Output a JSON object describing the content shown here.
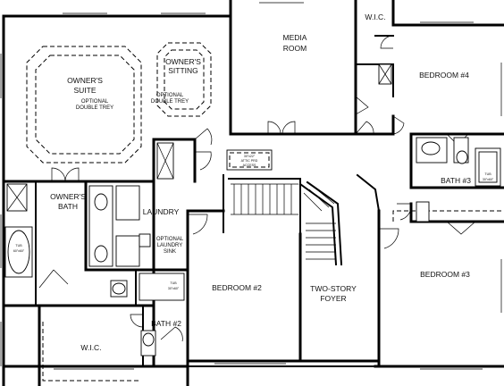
{
  "rooms": {
    "media_room": [
      "MEDIA",
      "ROOM"
    ],
    "wic_top": "W.I.C.",
    "bedroom_4": "BEDROOM #4",
    "owners_suite": [
      "OWNER'S",
      "SUITE"
    ],
    "owners_sitting": [
      "OWNER'S",
      "SITTING"
    ],
    "optional_double_trey": [
      "OPTIONAL",
      "DOUBLE TREY"
    ],
    "owners_bath": [
      "OWNER'S",
      "BATH"
    ],
    "laundry": "LAUNDRY",
    "optional_laundry_sink": [
      "OPTIONAL",
      "LAUNDRY",
      "SINK"
    ],
    "bath_3": "BATH #3",
    "bedroom_2": "BEDROOM #2",
    "two_story_foyer": [
      "TWO-STORY",
      "FOYER"
    ],
    "bedroom_3": "BEDROOM #3",
    "bath_2": "BATH #2",
    "wic_bottom": "W.I.C."
  },
  "fixtures": {
    "tub_owner": [
      "TUB",
      "60\"x60\""
    ],
    "tub_bath2": [
      "TUB",
      "30\"x60\""
    ],
    "tub_bath3": [
      "TUB",
      "30\"x60\""
    ],
    "attic_access": [
      "30\"x22\"",
      "ATTIC PRD",
      "ACCESS"
    ]
  }
}
